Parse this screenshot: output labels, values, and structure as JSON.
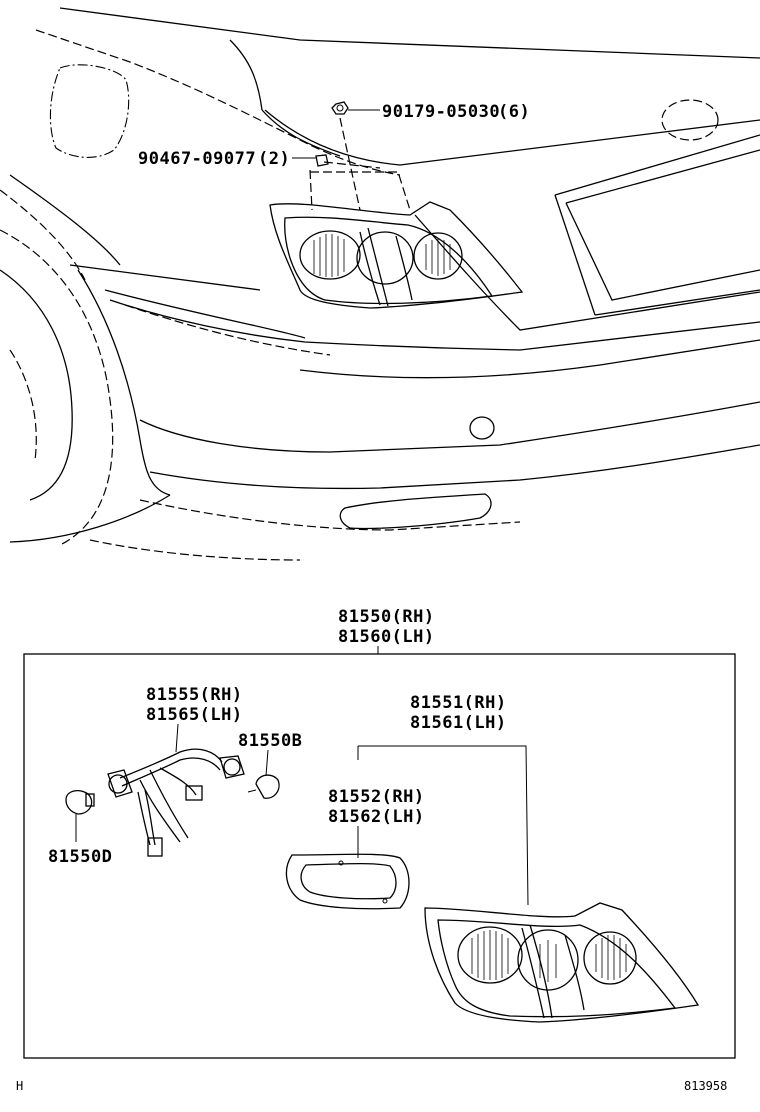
{
  "vehicle_view": {
    "callouts": [
      {
        "part_no": "90179-05030",
        "qty": "(6)"
      },
      {
        "part_no": "90467-09077",
        "qty": "(2)"
      }
    ]
  },
  "assembly": {
    "main": {
      "rh": "81550(RH)",
      "lh": "81560(LH)"
    },
    "socket_wire": {
      "rh": "81555(RH)",
      "lh": "81565(LH)"
    },
    "bulb_b": "81550B",
    "bulb_d": "81550D",
    "lens_body": {
      "rh": "81551(RH)",
      "lh": "81561(LH)"
    },
    "gasket": {
      "rh": "81552(RH)",
      "lh": "81562(LH)"
    }
  },
  "footer": {
    "left_code": "H",
    "right_code": "813958"
  }
}
